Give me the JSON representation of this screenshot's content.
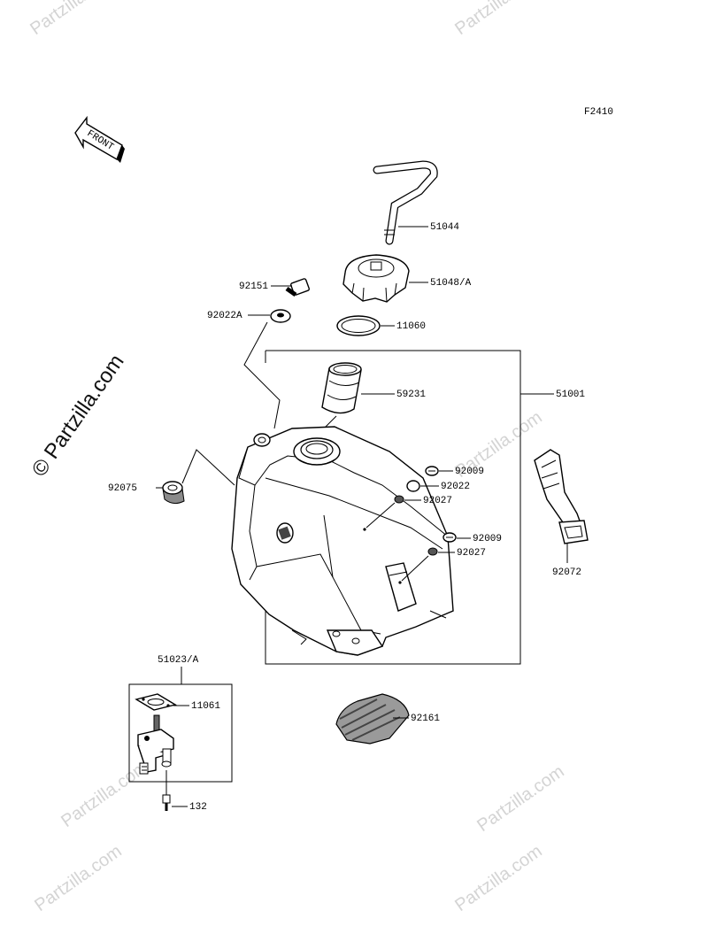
{
  "figure_code": "F2410",
  "front_arrow_label": "FRONT",
  "watermark": "© Partzilla.com",
  "watermark_short": "Partzilla.com",
  "parts": {
    "p51044": "51044",
    "p51048A": "51048/A",
    "p92151": "92151",
    "p92022A": "92022A",
    "p11060": "11060",
    "p59231": "59231",
    "p51001": "51001",
    "p92009a": "92009",
    "p92022": "92022",
    "p92027a": "92027",
    "p92075": "92075",
    "p92009b": "92009",
    "p92027b": "92027",
    "p92072": "92072",
    "p51023A": "51023/A",
    "p11061": "11061",
    "p92161": "92161",
    "p132": "132"
  }
}
